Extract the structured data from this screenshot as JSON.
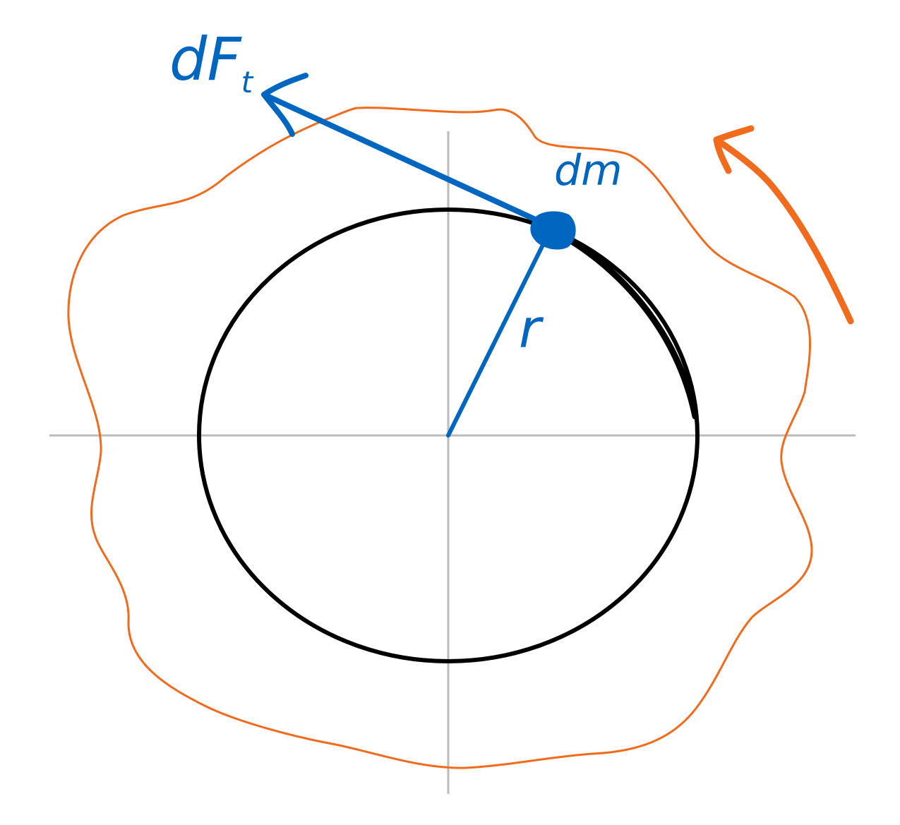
{
  "colors": {
    "background": "#ffffff",
    "axes": "#bbbbbb",
    "circle": "#000000",
    "vector": "#0066c0",
    "body_outline": "#f26b1d",
    "rotation_arrow": "#f26b1d"
  },
  "labels": {
    "force_main": "dF",
    "force_subscript": "t",
    "mass_element": "dm",
    "radius": "r"
  },
  "icons": {
    "rotation": "counterclockwise-arrow-icon"
  }
}
